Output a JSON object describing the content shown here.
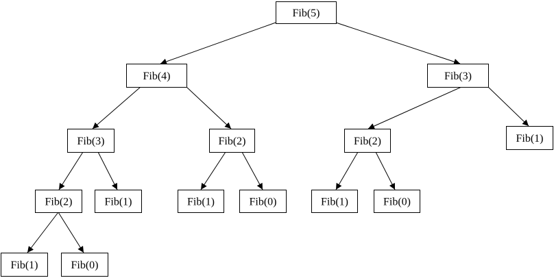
{
  "diagram": {
    "nodes": [
      {
        "id": "n0",
        "label": "Fib(5)"
      },
      {
        "id": "n1",
        "label": "Fib(4)"
      },
      {
        "id": "n2",
        "label": "Fib(3)"
      },
      {
        "id": "n3",
        "label": "Fib(3)"
      },
      {
        "id": "n4",
        "label": "Fib(2)"
      },
      {
        "id": "n5",
        "label": "Fib(2)"
      },
      {
        "id": "n6",
        "label": "Fib(1)"
      },
      {
        "id": "n7",
        "label": "Fib(2)"
      },
      {
        "id": "n8",
        "label": "Fib(1)"
      },
      {
        "id": "n9",
        "label": "Fib(1)"
      },
      {
        "id": "n10",
        "label": "Fib(0)"
      },
      {
        "id": "n11",
        "label": "Fib(1)"
      },
      {
        "id": "n12",
        "label": "Fib(0)"
      },
      {
        "id": "n13",
        "label": "Fib(1)"
      },
      {
        "id": "n14",
        "label": "Fib(0)"
      }
    ],
    "edges": [
      {
        "from": "n0",
        "to": "n1"
      },
      {
        "from": "n0",
        "to": "n2"
      },
      {
        "from": "n1",
        "to": "n3"
      },
      {
        "from": "n1",
        "to": "n4"
      },
      {
        "from": "n2",
        "to": "n5"
      },
      {
        "from": "n2",
        "to": "n6"
      },
      {
        "from": "n3",
        "to": "n7"
      },
      {
        "from": "n3",
        "to": "n8"
      },
      {
        "from": "n4",
        "to": "n9"
      },
      {
        "from": "n4",
        "to": "n10"
      },
      {
        "from": "n5",
        "to": "n11"
      },
      {
        "from": "n5",
        "to": "n12"
      },
      {
        "from": "n7",
        "to": "n13"
      },
      {
        "from": "n7",
        "to": "n14"
      }
    ]
  }
}
